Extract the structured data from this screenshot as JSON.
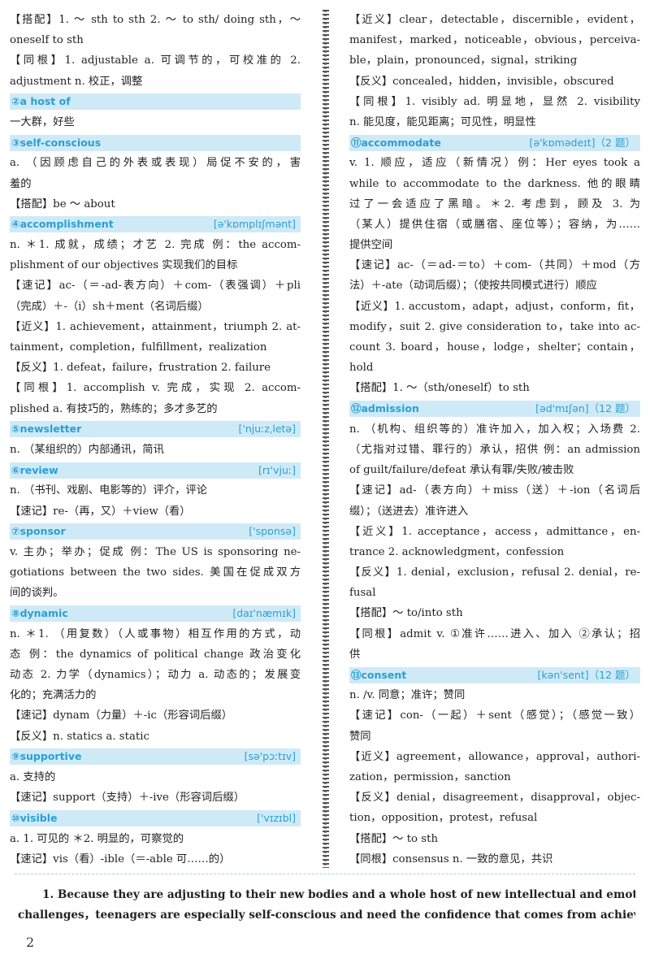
{
  "left_column": [
    {
      "type": "text",
      "text": "【搭配】1. ～ sth to sth 2. ～ to sth/ doing sth，～"
    },
    {
      "type": "text",
      "text": "oneself to sth",
      "last": true
    },
    {
      "type": "text",
      "text": "【同根】1. adjustable a. 可调节的，可校准的 2."
    },
    {
      "type": "text",
      "text": "adjustment n. 校正，调整",
      "last": true
    },
    {
      "type": "bar",
      "word": "②a host of",
      "phon": ""
    },
    {
      "type": "text",
      "text": "一大群，好些",
      "last": true
    },
    {
      "type": "bar",
      "word": "③self-conscious",
      "phon": ""
    },
    {
      "type": "text",
      "text": "a. （因顾虑自己的外表或表现）局促不安的，害"
    },
    {
      "type": "text",
      "text": "羞的",
      "last": true
    },
    {
      "type": "text",
      "text": "【搭配】be ～ about",
      "last": true
    },
    {
      "type": "bar",
      "word": "④accomplishment",
      "phon": "[ə'kɒmplɪʃmənt]"
    },
    {
      "type": "text",
      "text": "n. ＊1. 成就，成绩；才艺 2. 完成 例：the accom-"
    },
    {
      "type": "text",
      "text": "plishment of our objectives 实现我们的目标",
      "last": true
    },
    {
      "type": "text",
      "text": "【速记】ac-（＝-ad-表方向）＋com-（表强调）＋pli"
    },
    {
      "type": "text",
      "text": "（完成）＋-（i）sh＋ment（名词后缀）",
      "last": true
    },
    {
      "type": "text",
      "text": "【近义】1. achievement，attainment，triumph 2. at-"
    },
    {
      "type": "text",
      "text": "tainment，completion，fulfillment，realization",
      "last": true
    },
    {
      "type": "text",
      "text": "【反义】1. defeat，failure，frustration 2. failure",
      "last": true
    },
    {
      "type": "text",
      "text": "【同根】1. accomplish v. 完成，实现 2. accom-"
    },
    {
      "type": "text",
      "text": "plished a. 有技巧的，熟练的；多才多艺的",
      "last": true
    },
    {
      "type": "bar",
      "word": "⑤newsletter",
      "phon": "['njuːzˌletə]"
    },
    {
      "type": "text",
      "text": "n. （某组织的）内部通讯，简讯",
      "last": true
    },
    {
      "type": "bar",
      "word": "⑥review",
      "phon": "[rɪ'vjuː]"
    },
    {
      "type": "text",
      "text": "n. （书刊、戏剧、电影等的）评介，评论",
      "last": true
    },
    {
      "type": "text",
      "text": "【速记】re-（再，又）＋view（看）",
      "last": true
    },
    {
      "type": "bar",
      "word": "⑦sponsor",
      "phon": "['spɒnsə]"
    },
    {
      "type": "text",
      "text": "v. 主办；举办；促成 例：The US is sponsoring ne-"
    },
    {
      "type": "text",
      "text": "gotiations between the two sides. 美国在促成双方"
    },
    {
      "type": "text",
      "text": "间的谈判。",
      "last": true
    },
    {
      "type": "bar",
      "word": "⑧dynamic",
      "phon": "[daɪ'næmɪk]"
    },
    {
      "type": "text",
      "text": "n. ＊1. （用复数）（人或事物）相互作用的方式，动"
    },
    {
      "type": "text",
      "text": "态 例：the dynamics of political change 政治变化"
    },
    {
      "type": "text",
      "text": "动态 2. 力学（dynamics）；动力 a. 动态的；发展变"
    },
    {
      "type": "text",
      "text": "化的；充满活力的",
      "last": true
    },
    {
      "type": "text",
      "text": "【速记】dynam（力量）＋-ic（形容词后缀）",
      "last": true
    },
    {
      "type": "text",
      "text": "【反义】n. statics a. static",
      "last": true
    },
    {
      "type": "bar",
      "word": "⑨supportive",
      "phon": "[sə'pɔːtɪv]"
    },
    {
      "type": "text",
      "text": "a. 支持的",
      "last": true
    },
    {
      "type": "text",
      "text": "【速记】support（支持）＋-ive（形容词后缀）",
      "last": true
    },
    {
      "type": "bar",
      "word": "⑩visible",
      "phon": "['vɪzɪbl]"
    },
    {
      "type": "text",
      "text": "a. 1. 可见的 ＊2. 明显的，可察觉的",
      "last": true
    },
    {
      "type": "text",
      "text": "【速记】vis（看）-ible（＝-able 可……的）",
      "last": true
    }
  ],
  "right_column": [
    {
      "type": "text",
      "text": "【近义】clear，detectable，discernible，evident，"
    },
    {
      "type": "text",
      "text": "manifest，marked，noticeable，obvious，perceiva-"
    },
    {
      "type": "text",
      "text": "ble，plain，pronounced，signal，striking",
      "last": true
    },
    {
      "type": "text",
      "text": "【反义】concealed，hidden，invisible，obscured",
      "last": true
    },
    {
      "type": "text",
      "text": "【同根】1. visibly ad. 明显地，显然 2. visibility"
    },
    {
      "type": "text",
      "text": "n. 能见度，能见距离；可见性，明显性",
      "last": true
    },
    {
      "type": "bar",
      "word": "⑪accommodate",
      "phon": "[ə'kɒmədeɪt]（2 题）"
    },
    {
      "type": "text",
      "text": "v. 1. 顺应，适应（新情况）例：Her eyes took a"
    },
    {
      "type": "text",
      "text": "while to accommodate to the darkness. 他的眼睛"
    },
    {
      "type": "text",
      "text": "过了一会适应了黑暗。＊2. 考虑到，顾及 3. 为"
    },
    {
      "type": "text",
      "text": "（某人）提供住宿（或膳宿、座位等）；容纳，为……"
    },
    {
      "type": "text",
      "text": "提供空间",
      "last": true
    },
    {
      "type": "text",
      "text": "【速记】ac-（＝ad-＝to）＋com-（共同）＋mod（方"
    },
    {
      "type": "text",
      "text": "法）＋-ate（动词后缀）；（使按共同模式进行）顺应",
      "last": true
    },
    {
      "type": "text",
      "text": "【近义】1. accustom，adapt，adjust，conform，fit，"
    },
    {
      "type": "text",
      "text": "modify，suit 2. give consideration to，take into ac-"
    },
    {
      "type": "text",
      "text": "count 3. board，house，lodge，shelter；contain，"
    },
    {
      "type": "text",
      "text": "hold",
      "last": true
    },
    {
      "type": "text",
      "text": "【搭配】1. ～（sth/oneself）to sth",
      "last": true
    },
    {
      "type": "bar",
      "word": "⑫admission",
      "phon": "[əd'mɪʃən]（12 题）"
    },
    {
      "type": "text",
      "text": "n. （机构、组织等的）准许加入，加入权；入场费 2."
    },
    {
      "type": "text",
      "text": "（尤指对过错、罪行的）承认，招供 例：an admission"
    },
    {
      "type": "text",
      "text": "of guilt/failure/defeat 承认有罪/失败/被击败",
      "last": true
    },
    {
      "type": "text",
      "text": "【速记】ad-（表方向）＋miss（送）＋-ion（名词后"
    },
    {
      "type": "text",
      "text": "缀）；（送进去）准许进入",
      "last": true
    },
    {
      "type": "text",
      "text": "【近义】1. acceptance，access，admittance，en-"
    },
    {
      "type": "text",
      "text": "trance 2. acknowledgment，confession",
      "last": true
    },
    {
      "type": "text",
      "text": "【反义】1. denial，exclusion，refusal 2. denial，re-"
    },
    {
      "type": "text",
      "text": "fusal",
      "last": true
    },
    {
      "type": "text",
      "text": "【搭配】～ to/into sth",
      "last": true
    },
    {
      "type": "text",
      "text": "【同根】admit v. ①准许……进入、加入 ②承认；招"
    },
    {
      "type": "text",
      "text": "供",
      "last": true
    },
    {
      "type": "bar",
      "word": "⑬consent",
      "phon": "[kən'sent]（12 题）"
    },
    {
      "type": "text",
      "text": "n. /v. 同意；准许；赞同",
      "last": true
    },
    {
      "type": "text",
      "text": "【速记】con-（一起）＋sent（感觉）；（感觉一致）"
    },
    {
      "type": "text",
      "text": "赞同",
      "last": true
    },
    {
      "type": "text",
      "text": "【近义】agreement，allowance，approval，authori-"
    },
    {
      "type": "text",
      "text": "zation，permission，sanction",
      "last": true
    },
    {
      "type": "text",
      "text": "【反义】denial，disagreement，disapproval，objec-"
    },
    {
      "type": "text",
      "text": "tion，opposition，protest，refusal",
      "last": true
    },
    {
      "type": "text",
      "text": "【搭配】～ to sth",
      "last": true
    },
    {
      "type": "text",
      "text": "【同根】consensus n. 一致的意见，共识",
      "last": true
    }
  ],
  "footer": {
    "line1": "1. Because they are adjusting to their new bodies and a whole host of new intellectual and emotional",
    "line2": "challenges，teenagers are especially self-conscious and need the confidence that comes from achieving suc-"
  },
  "page_number": "2",
  "colors": {
    "bar_background": "#cfeaf7",
    "bar_text": "#2a9fd3"
  }
}
